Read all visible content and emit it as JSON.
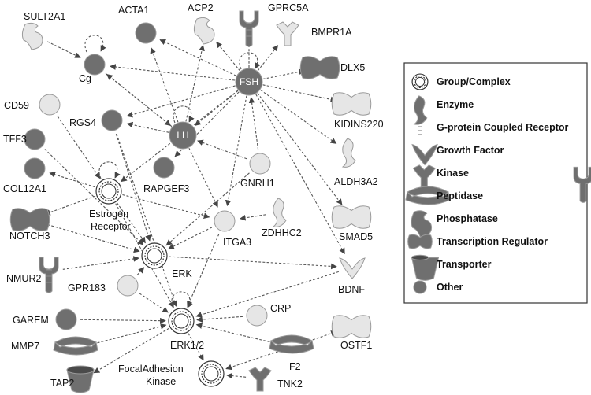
{
  "colors": {
    "dark": "#6f6f6f",
    "light": "#e6e6e6",
    "edge": "#555555",
    "stroke": "#9a9a9a"
  },
  "nodes": [
    {
      "id": "SULT2A1",
      "label": "SULT2A1",
      "shape": "phosphatase",
      "fill": "light"
    },
    {
      "id": "ACTA1",
      "label": "ACTA1",
      "shape": "circle",
      "fill": "dark"
    },
    {
      "id": "ACP2",
      "label": "ACP2",
      "shape": "phosphatase",
      "fill": "light"
    },
    {
      "id": "GPRC5A",
      "label": "GPRC5A",
      "shape": "gpcr",
      "fill": "dark"
    },
    {
      "id": "BMPR1A",
      "label": "BMPR1A",
      "shape": "kinase",
      "fill": "light"
    },
    {
      "id": "DLX5",
      "label": "DLX5",
      "shape": "tr",
      "fill": "dark"
    },
    {
      "id": "Cg",
      "label": "Cg",
      "shape": "circle",
      "fill": "dark"
    },
    {
      "id": "FSH",
      "label": "FSH",
      "shape": "circle",
      "fill": "dark",
      "inner": true
    },
    {
      "id": "CD59",
      "label": "CD59",
      "shape": "circle",
      "fill": "light"
    },
    {
      "id": "KIDINS220",
      "label": "KIDINS220",
      "shape": "tr",
      "fill": "light"
    },
    {
      "id": "RGS4",
      "label": "RGS4",
      "shape": "circle",
      "fill": "dark"
    },
    {
      "id": "LH",
      "label": "LH",
      "shape": "circle",
      "fill": "dark",
      "inner": true
    },
    {
      "id": "TFF3",
      "label": "TFF3",
      "shape": "circle",
      "fill": "dark"
    },
    {
      "id": "ALDH3A2",
      "label": "ALDH3A2",
      "shape": "enzyme",
      "fill": "light"
    },
    {
      "id": "COL12A1",
      "label": "COL12A1",
      "shape": "circle",
      "fill": "dark"
    },
    {
      "id": "RAPGEF3",
      "label": "RAPGEF3",
      "shape": "circle",
      "fill": "dark"
    },
    {
      "id": "GNRH1",
      "label": "GNRH1",
      "shape": "circle",
      "fill": "light"
    },
    {
      "id": "EstrogenReceptor",
      "label": "Estrogen Receptor",
      "shape": "group",
      "fill": "light"
    },
    {
      "id": "NOTCH3",
      "label": "NOTCH3",
      "shape": "tr",
      "fill": "dark"
    },
    {
      "id": "ZDHHC2",
      "label": "ZDHHC2",
      "shape": "enzyme",
      "fill": "light"
    },
    {
      "id": "ITGA3",
      "label": "ITGA3",
      "shape": "circle",
      "fill": "light"
    },
    {
      "id": "SMAD5",
      "label": "SMAD5",
      "shape": "tr",
      "fill": "light"
    },
    {
      "id": "ERK",
      "label": "ERK",
      "shape": "group",
      "fill": "light"
    },
    {
      "id": "NMUR2",
      "label": "NMUR2",
      "shape": "gpcr",
      "fill": "dark"
    },
    {
      "id": "BDNF",
      "label": "BDNF",
      "shape": "growth",
      "fill": "light"
    },
    {
      "id": "GPR183",
      "label": "GPR183",
      "shape": "circle",
      "fill": "light"
    },
    {
      "id": "GAREM",
      "label": "GAREM",
      "shape": "circle",
      "fill": "dark"
    },
    {
      "id": "CRP",
      "label": "CRP",
      "shape": "circle",
      "fill": "light"
    },
    {
      "id": "ERK12",
      "label": "ERK1/2",
      "shape": "group",
      "fill": "light"
    },
    {
      "id": "MMP7",
      "label": "MMP7",
      "shape": "peptidase",
      "fill": "dark"
    },
    {
      "id": "OSTF1",
      "label": "OSTF1",
      "shape": "tr",
      "fill": "light"
    },
    {
      "id": "F2",
      "label": "F2",
      "shape": "peptidase",
      "fill": "dark"
    },
    {
      "id": "FocalAdhesionKinase",
      "label": "FocalAdhesion Kinase",
      "shape": "group",
      "fill": "light"
    },
    {
      "id": "TAP2",
      "label": "TAP2",
      "shape": "transporter",
      "fill": "dark"
    },
    {
      "id": "TNK2",
      "label": "TNK2",
      "shape": "kinase",
      "fill": "dark"
    }
  ],
  "edges": [
    [
      "FSH",
      "Cg"
    ],
    [
      "FSH",
      "ACTA1"
    ],
    [
      "FSH",
      "ACP2"
    ],
    [
      "FSH",
      "GPRC5A"
    ],
    [
      "FSH",
      "BMPR1A"
    ],
    [
      "FSH",
      "DLX5"
    ],
    [
      "FSH",
      "KIDINS220"
    ],
    [
      "FSH",
      "ALDH3A2"
    ],
    [
      "FSH",
      "SMAD5"
    ],
    [
      "FSH",
      "BDNF"
    ],
    [
      "FSH",
      "LH"
    ],
    [
      "FSH",
      "RGS4"
    ],
    [
      "FSH",
      "ITGA3"
    ],
    [
      "FSH",
      "RAPGEF3"
    ],
    [
      "GNRH1",
      "FSH"
    ],
    [
      "SULT2A1",
      "Cg"
    ],
    [
      "Cg",
      "LH"
    ],
    [
      "LH",
      "ACP2"
    ],
    [
      "LH",
      "ACTA1"
    ],
    [
      "LH",
      "Cg"
    ],
    [
      "LH",
      "RGS4"
    ],
    [
      "LH",
      "ITGA3"
    ],
    [
      "GNRH1",
      "LH"
    ],
    [
      "FSH",
      "EstrogenReceptor"
    ],
    [
      "RGS4",
      "ERK"
    ],
    [
      "RGS4",
      "ERK12"
    ],
    [
      "TFF3",
      "ERK"
    ],
    [
      "EstrogenReceptor",
      "ERK"
    ],
    [
      "EstrogenReceptor",
      "NOTCH3"
    ],
    [
      "EstrogenReceptor",
      "COL12A1"
    ],
    [
      "EstrogenReceptor",
      "ITGA3"
    ],
    [
      "EstrogenReceptor",
      "ERK12"
    ],
    [
      "CD59",
      "EstrogenReceptor"
    ],
    [
      "NOTCH3",
      "ERK"
    ],
    [
      "NMUR2",
      "ERK"
    ],
    [
      "GPR183",
      "ERK"
    ],
    [
      "ERK",
      "BDNF"
    ],
    [
      "ITGA3",
      "ERK"
    ],
    [
      "ITGA3",
      "ERK12"
    ],
    [
      "GNRH1",
      "ERK"
    ],
    [
      "GPR183",
      "ERK12"
    ],
    [
      "GAREM",
      "ERK12"
    ],
    [
      "CRP",
      "ERK12"
    ],
    [
      "MMP7",
      "ERK12"
    ],
    [
      "ERK12",
      "TAP2"
    ],
    [
      "F2",
      "ERK12"
    ],
    [
      "BDNF",
      "ERK12"
    ],
    [
      "ERK12",
      "FocalAdhesionKinase"
    ],
    [
      "F2",
      "OSTF1"
    ],
    [
      "F2",
      "FocalAdhesionKinase"
    ],
    [
      "TNK2",
      "FocalAdhesionKinase"
    ],
    [
      "ZDHHC2",
      "ITGA3"
    ]
  ],
  "self_loops": [
    "Cg",
    "FSH",
    "LH",
    "EstrogenReceptor",
    "ERK12"
  ],
  "legend": {
    "items": [
      {
        "shape": "group",
        "label": "Group/Complex"
      },
      {
        "shape": "enzyme",
        "label": "Enzyme"
      },
      {
        "shape": "gpcr",
        "label": "G-protein Coupled Receptor"
      },
      {
        "shape": "growth",
        "label": "Growth Factor"
      },
      {
        "shape": "kinase",
        "label": "Kinase"
      },
      {
        "shape": "peptidase",
        "label": "Peptidase"
      },
      {
        "shape": "phosphatase",
        "label": "Phosphatase"
      },
      {
        "shape": "tr",
        "label": "Transcription Regulator"
      },
      {
        "shape": "transporter",
        "label": "Transporter"
      },
      {
        "shape": "circle",
        "label": "Other"
      }
    ]
  }
}
